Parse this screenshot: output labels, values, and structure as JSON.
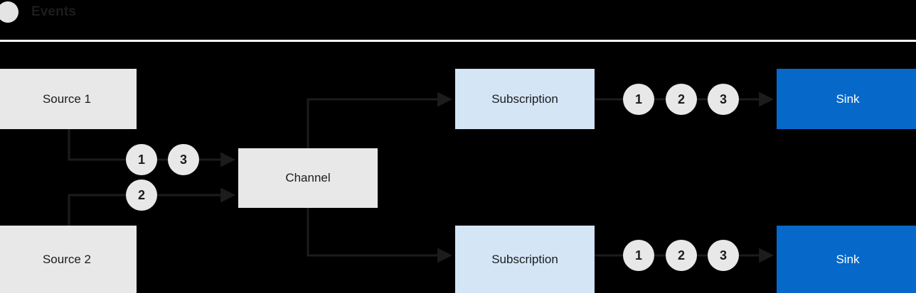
{
  "legend": {
    "icon": "event-circle-icon",
    "label": "Events",
    "divider_color": "#ffffff"
  },
  "colors": {
    "background": "#000000",
    "source_box": "#e8e8e8",
    "channel_box": "#e8e8e8",
    "subscription_box": "#d4e5f6",
    "sink_box": "#0668c8",
    "sink_text": "#ffffff",
    "token": "#e8e8e8",
    "connector": "#1c1c1c",
    "box_text": "#1c1c1c"
  },
  "nodes": {
    "source_1": "Source 1",
    "source_2": "Source 2",
    "channel": "Channel",
    "subscription_top": "Subscription",
    "subscription_bottom": "Subscription",
    "sink_top": "Sink",
    "sink_bottom": "Sink"
  },
  "tokens": {
    "source1_lane": [
      "1",
      "3"
    ],
    "source2_lane": [
      "2"
    ],
    "subscription_top_lane": [
      "1",
      "2",
      "3"
    ],
    "subscription_bottom_lane": [
      "1",
      "2",
      "3"
    ]
  }
}
